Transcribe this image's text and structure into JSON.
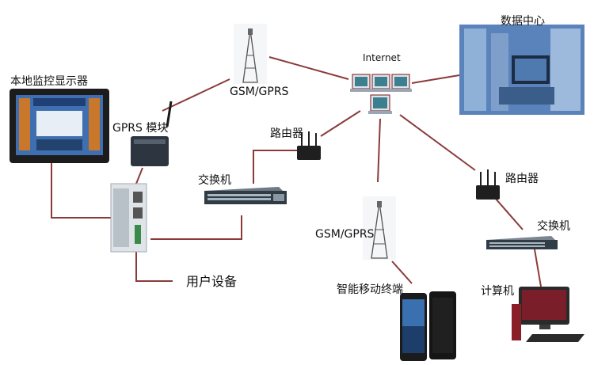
{
  "labels": {
    "display": "本地监控显示器",
    "gprs_module": "GPRS 模块",
    "gsm_top": "GSM/GPRS",
    "internet": "Internet",
    "datacenter": "数据中心",
    "router_mid": "路由器",
    "switch_left": "交换机",
    "router_right": "路由器",
    "switch_right": "交换机",
    "gsm_bottom": "GSM/GPRS",
    "user_device": "用户设备",
    "smart_terminal": "智能移动终端",
    "computer": "计算机"
  },
  "colors": {
    "link": "#8b3a3a",
    "device_dark": "#2a2a2a",
    "screen_blue": "#3f6fb0",
    "datacenter_blue": "#4d79b8"
  }
}
